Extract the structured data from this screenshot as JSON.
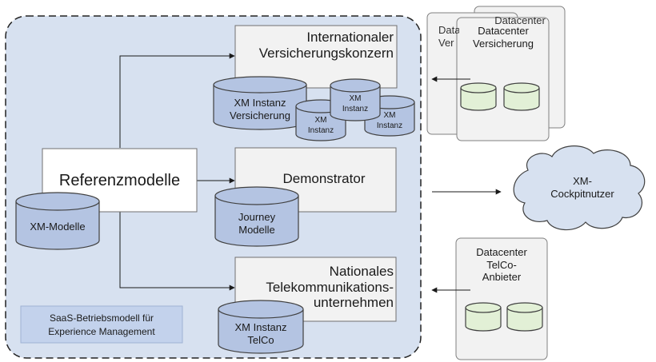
{
  "saas_label": "SaaS-Betriebsmodell für\nExperience Management",
  "referenz": {
    "title": "Referenzmodelle",
    "db": "XM-Modelle"
  },
  "versicherung": {
    "title": "Internationaler\nVersicherungskonzern",
    "db_main": "XM Instanz\nVersicherung",
    "db_small": "XM\nInstanz"
  },
  "demonstrator": {
    "title": "Demonstrator",
    "db": "Journey\nModelle"
  },
  "telko": {
    "title": "Nationales\nTelekommunikations-\nunternehmen",
    "db": "XM Instanz\nTelCo"
  },
  "datacenter_vers": {
    "back_title_partial": "Datacenter",
    "back_title_side": "Data\nVer",
    "title": "Datacenter\nVersicherung"
  },
  "datacenter_telco": {
    "title": "Datacenter\nTelCo-\nAnbieter"
  },
  "cloud": {
    "label": "XM-\nCockpitnutzer"
  },
  "colors": {
    "region_fill": "#d7e1f0",
    "box_fill": "#f2f2f2",
    "db_fill": "#b4c4e2",
    "db_green": "#e2f0d6",
    "cloud_fill": "#d7e1f0",
    "saas_box": "#c3d2ec",
    "stroke": "#404040"
  }
}
